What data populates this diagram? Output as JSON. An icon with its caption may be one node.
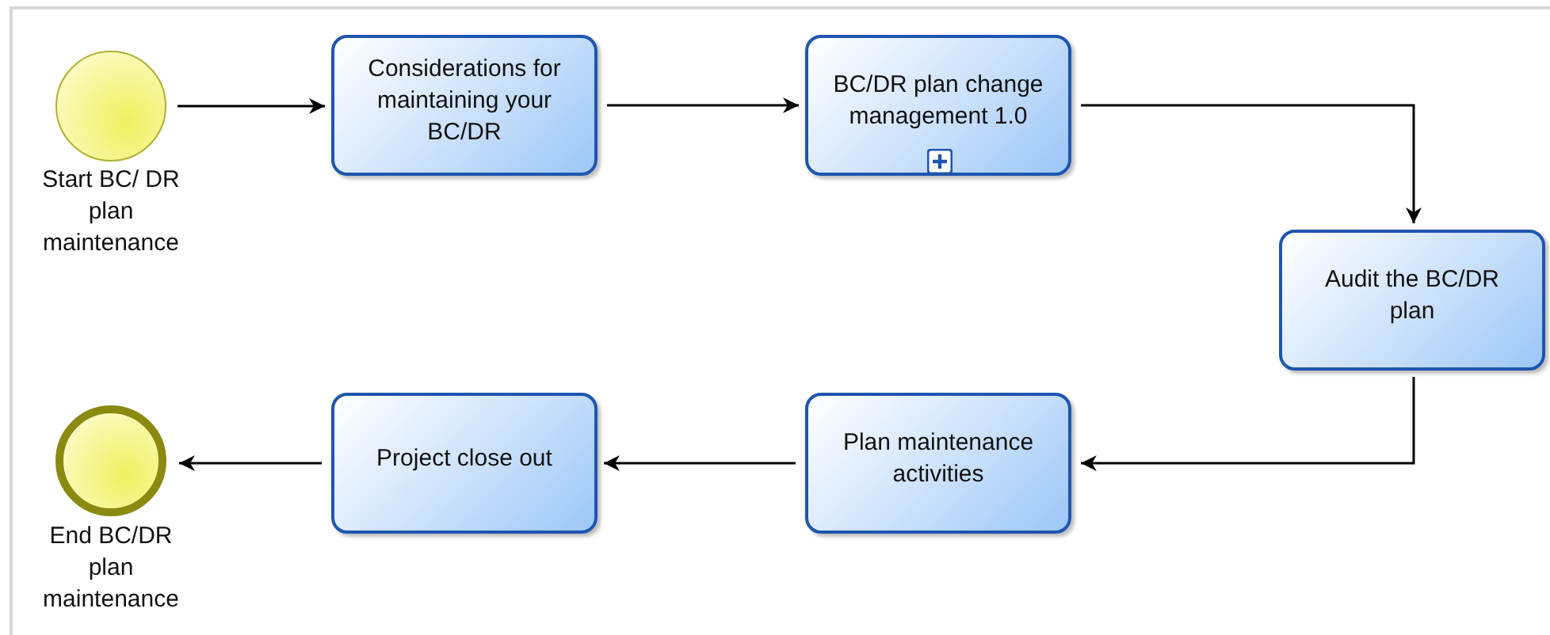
{
  "diagram": {
    "nodes": [
      {
        "text": [
          "Start BC/ DR plan maintenance"
        ]
      },
      {
        "text": [
          "Considerations for maintaining your BC/DR"
        ]
      },
      {
        "text": [
          "BC/DR plan change management 1.0"
        ]
      },
      {
        "text": [
          "Audit the BC/DR plan"
        ]
      },
      {
        "text": [
          "Plan maintenance activities"
        ]
      },
      {
        "text": [
          "Project close out"
        ]
      },
      {
        "text": [
          "End BC/DR plan maintenance"
        ]
      }
    ],
    "edges": [
      {
        "from": 0,
        "to": 1,
        "arrow": "to"
      },
      {
        "from": 1,
        "to": 2,
        "arrow": "to"
      },
      {
        "from": 2,
        "to": 3,
        "arrow": "to"
      },
      {
        "from": 3,
        "to": 4,
        "arrow": "to"
      },
      {
        "from": 4,
        "to": 5,
        "arrow": "to"
      },
      {
        "from": 5,
        "to": 6,
        "arrow": "to"
      }
    ]
  }
}
